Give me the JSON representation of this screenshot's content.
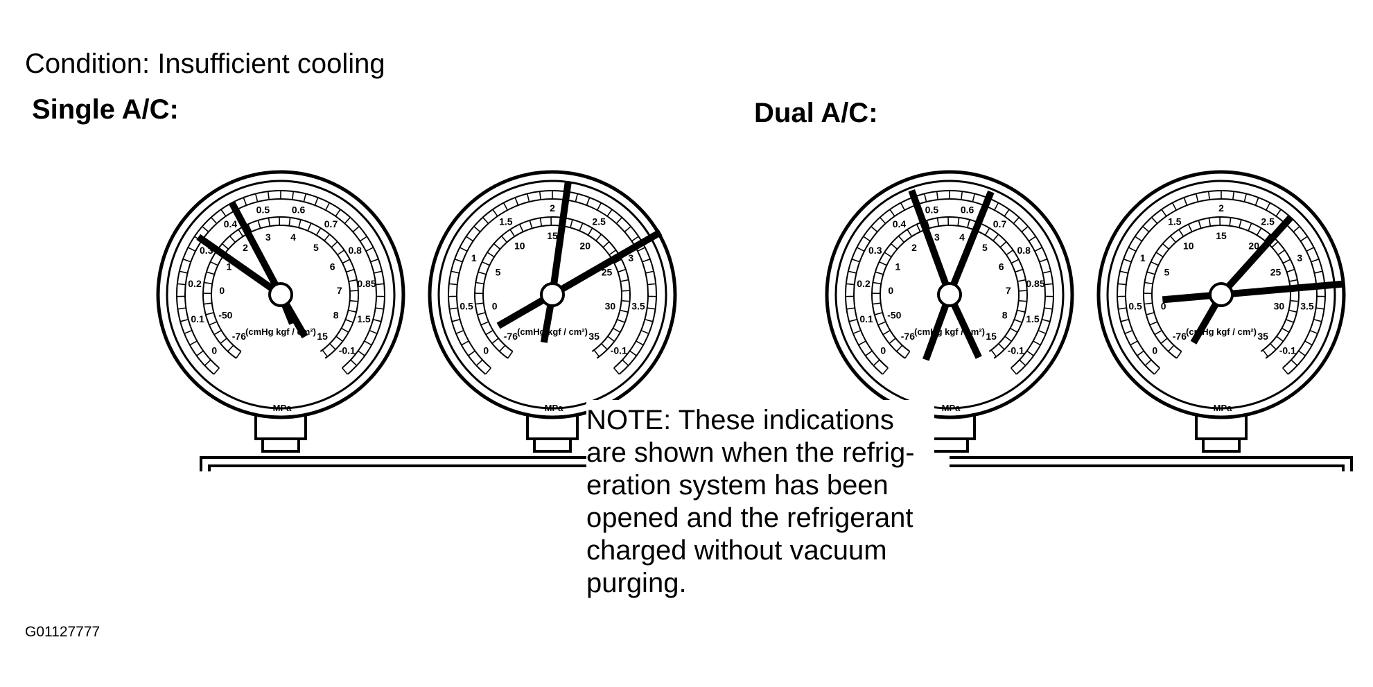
{
  "condition": "Condition: Insufficient cooling",
  "sections": {
    "single": {
      "heading": "Single A/C:"
    },
    "dual": {
      "heading": "Dual A/C:"
    }
  },
  "gauges": {
    "low_units": "(cmHg  kgf / cm²)",
    "high_units": "(cmHg  kgf / cm²)",
    "mpa_label": "MPa",
    "low_outer_ticks": [
      "0",
      "0.1",
      "0.2",
      "0.3",
      "0.4",
      "0.5",
      "0.6",
      "0.7",
      "0.8",
      "0.85",
      "1.5",
      "-0.1"
    ],
    "low_inner_ticks": [
      "-76",
      "-50",
      "0",
      "1",
      "2",
      "3",
      "4",
      "5",
      "6",
      "7",
      "8",
      "15"
    ],
    "high_outer_ticks": [
      "0",
      "0.5",
      "1",
      "1.5",
      "2",
      "2.5",
      "3",
      "3.5",
      "-0.1"
    ],
    "high_inner_ticks": [
      "-76",
      "0",
      "5",
      "10",
      "15",
      "20",
      "25",
      "30",
      "35"
    ]
  },
  "note": {
    "lines": [
      "NOTE: These indications",
      "are shown when the refrig-",
      "eration system has been",
      "opened and the refrigerant",
      "charged without vacuum",
      "purging."
    ]
  },
  "figure_id": "G01127777"
}
